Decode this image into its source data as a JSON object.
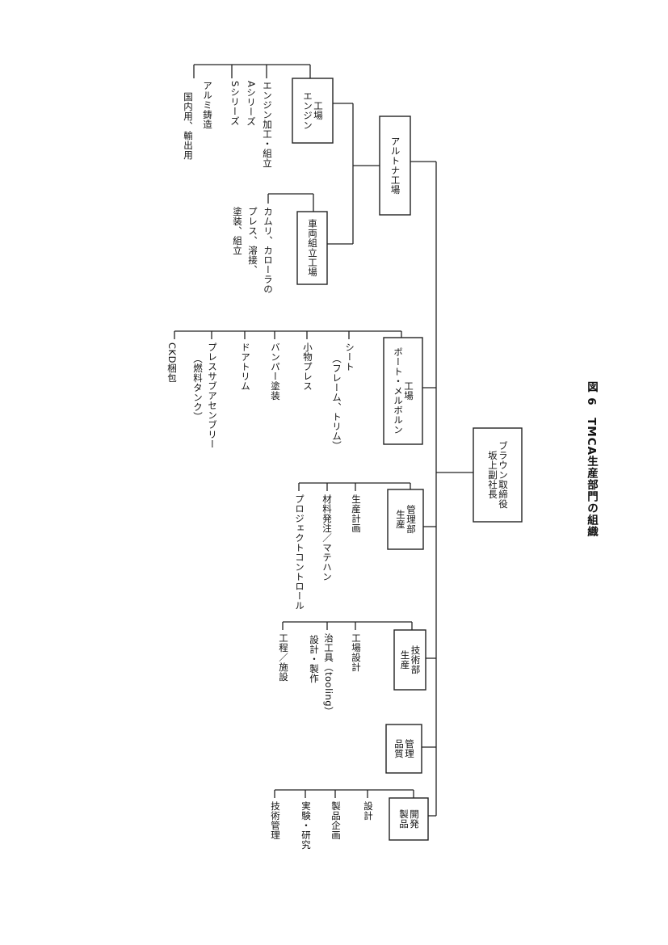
{
  "figure_title": "図 6　TMCA生産部門の組織",
  "head": {
    "line1": "坂上副社長",
    "line2": "ブラウン取締役"
  },
  "altona": {
    "label": "アルトナ工場",
    "engine": {
      "label_line1": "エンジン",
      "label_line2": "工場",
      "items": [
        "エンジン加工・組立",
        "Aシリーズ",
        "Sシリーズ",
        "アルミ鋳造",
        "国内用、輸出用"
      ]
    },
    "vehicle": {
      "label": "車両組立工場",
      "items": [
        "カムリ、カローラの",
        "プレス、溶接、",
        "塗装、組立"
      ]
    }
  },
  "port_melbourne": {
    "label_line1": "ポート・メルボルン",
    "label_line2": "工場",
    "items": [
      "シート",
      "（フレーム、トリム）",
      "小物プレス",
      "バンパー塗装",
      "ドアトリム",
      "プレスサブアセンブリー",
      "（燃料タンク）",
      "CKD梱包"
    ]
  },
  "production_control": {
    "label_line1": "生産",
    "label_line2": "管理部",
    "items": [
      "生産計画",
      "材料発注／マテハン",
      "プロジェクトコントロール"
    ]
  },
  "production_engineering": {
    "label_line1": "生産",
    "label_line2": "技術部",
    "items": [
      "工場設計",
      "治工具（tooling）",
      "設計・製作",
      "工程／施設"
    ]
  },
  "quality": {
    "label_line1": "品質",
    "label_line2": "管理"
  },
  "product_dev": {
    "label_line1": "製品",
    "label_line2": "開発",
    "items": [
      "設計",
      "製品企画",
      "実験・研究",
      "技術管理"
    ]
  }
}
